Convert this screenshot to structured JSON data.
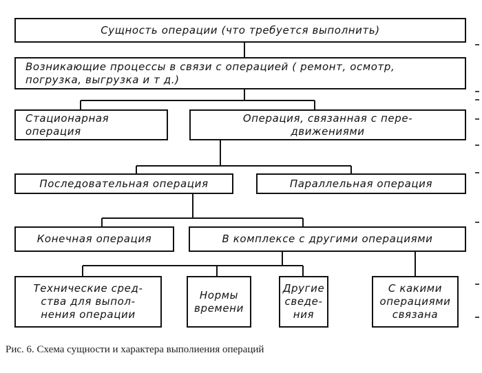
{
  "diagram": {
    "nodes": {
      "essence": "Сущность операции (что требуется выполнить)",
      "processes": "Возникающие процессы в связи с операцией ( ремонт, осмотр,\nпогрузка, выгрузка и т д.)",
      "stationary": "Стационарная\nоперация",
      "movement": "Операция, связанная с пере-\nдвижениями",
      "sequential": "Последовательная операция",
      "parallel": "Параллельная операция",
      "final": "Конечная операция",
      "complex": "В комплексе с другими операциями",
      "tech_means": "Технические сред-\nства для выпол-\nнения операции",
      "time_norms": "Нормы\nвремени",
      "other_info": "Другие\nсведе-\nния",
      "related_ops": "С какими\nоперациями\nсвязана"
    },
    "caption": "Рис. 6. Схема сущности и характера выполиения операций"
  }
}
